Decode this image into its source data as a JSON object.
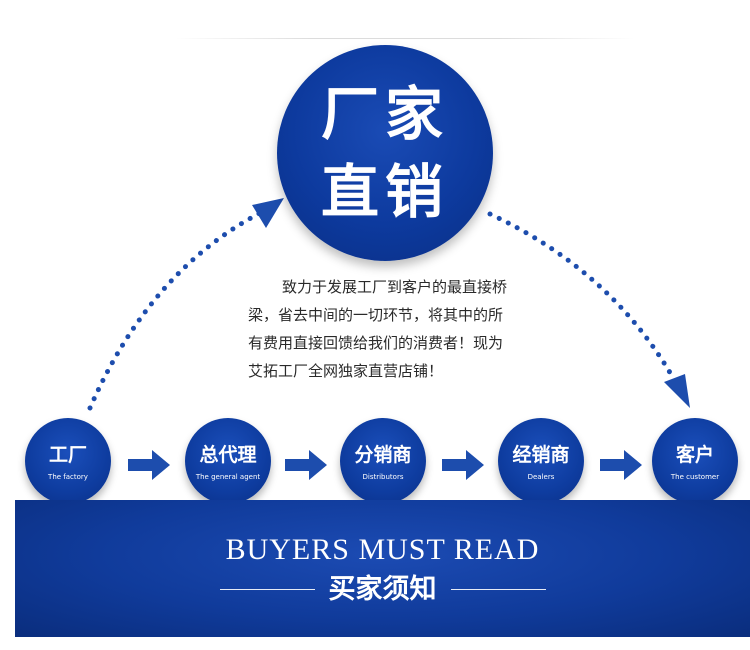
{
  "hero": {
    "line1": "厂家",
    "line2": "直销"
  },
  "description": [
    "致力于发展工厂到客户的最直接桥",
    "梁，省去中间的一切环节，将其中的所",
    "有费用直接回馈给我们的消费者！现为",
    "艾拓工厂全网独家直营店铺！"
  ],
  "flow": [
    {
      "title": "工厂",
      "subtitle": "The factory"
    },
    {
      "title": "总代理",
      "subtitle": "The general agent"
    },
    {
      "title": "分销商",
      "subtitle": "Distributors"
    },
    {
      "title": "经销商",
      "subtitle": "Dealers"
    },
    {
      "title": "客户",
      "subtitle": "The customer"
    }
  ],
  "banner": {
    "title": "BUYERS MUST READ",
    "subtitle": "买家须知"
  },
  "colors": {
    "primary_blue": "#0e3c9f",
    "dark_blue": "#0a2e84",
    "arrow_blue": "#1d4dad",
    "text": "#2a2a2a"
  }
}
